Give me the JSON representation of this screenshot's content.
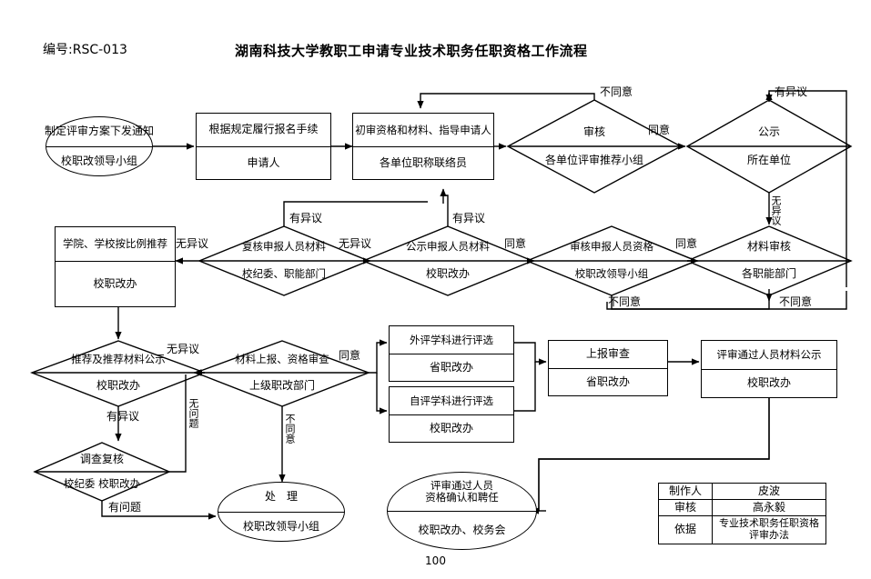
{
  "header": {
    "doc_number": "编号:RSC-013",
    "title": "湖南科技大学教职工申请专业技术职务任职资格工作流程",
    "page_number": "100"
  },
  "nodes": {
    "n1": {
      "shape": "ellipse",
      "top": "制定评审方案下发通知",
      "bottom": "校职改领导小组"
    },
    "n2": {
      "shape": "rect",
      "top": "根据规定履行报名手续",
      "bottom": "申请人"
    },
    "n3": {
      "shape": "rect",
      "top": "初审资格和材料、指导申请人",
      "bottom": "各单位职称联络员"
    },
    "n4": {
      "shape": "diamond",
      "top": "审核",
      "bottom": "各单位评审推荐小组"
    },
    "n5": {
      "shape": "diamond",
      "top": "公示",
      "bottom": "所在单位"
    },
    "n6": {
      "shape": "diamond",
      "top": "材料审核",
      "bottom": "各职能部门"
    },
    "n7": {
      "shape": "diamond",
      "top": "审核申报人员资格",
      "bottom": "校职改领导小组"
    },
    "n8": {
      "shape": "diamond",
      "top": "公示申报人员材料",
      "bottom": "校职改办"
    },
    "n9": {
      "shape": "diamond",
      "top": "复核申报人员材料",
      "bottom": "校纪委、职能部门"
    },
    "n10": {
      "shape": "rect",
      "top": "学院、学校按比例推荐",
      "bottom": "校职改办"
    },
    "n11": {
      "shape": "diamond",
      "top": "推荐及推荐材料公示",
      "bottom": "校职改办"
    },
    "n12": {
      "shape": "diamond",
      "top": "调查复核",
      "bottom": "校纪委 校职改办"
    },
    "n13": {
      "shape": "diamond",
      "top": "材料上报、资格审查",
      "bottom": "上级职改部门"
    },
    "n14": {
      "shape": "rect",
      "top": "外评学科进行评选",
      "bottom": "省职改办"
    },
    "n15": {
      "shape": "rect",
      "top": "自评学科进行评选",
      "bottom": "校职改办"
    },
    "n16": {
      "shape": "rect",
      "top": "上报审查",
      "bottom": "省职改办"
    },
    "n17": {
      "shape": "rect",
      "top": "评审通过人员材料公示",
      "bottom": "校职改办"
    },
    "n18": {
      "shape": "ellipse",
      "top": "处　理",
      "bottom": "校职改领导小组"
    },
    "n19": {
      "shape": "ellipse",
      "top": "评审通过人员\n资格确认和聘任",
      "bottom": "校职改办、校务会"
    }
  },
  "edge_labels": {
    "e1": "不同意",
    "e2": "同意",
    "e3": "有异议",
    "e4": "无异议",
    "e5": "不同意",
    "e6": "同意",
    "e7": "有异议",
    "e8": "不同意",
    "e9": "同意",
    "e10": "有异议",
    "e11": "无异议",
    "e12": "无异议",
    "e13": "有异议",
    "e14": "无异议",
    "e15": "无问题",
    "e16": "有问题",
    "e17": "同意",
    "e18": "不同意"
  },
  "legend": {
    "rows": [
      {
        "key": "制作人",
        "value": "皮波"
      },
      {
        "key": "审核",
        "value": "高永毅"
      },
      {
        "key": "依据",
        "value": "专业技术职务任职资格\n评审办法"
      }
    ]
  },
  "style": {
    "stroke": "#000000",
    "fill": "#ffffff"
  }
}
